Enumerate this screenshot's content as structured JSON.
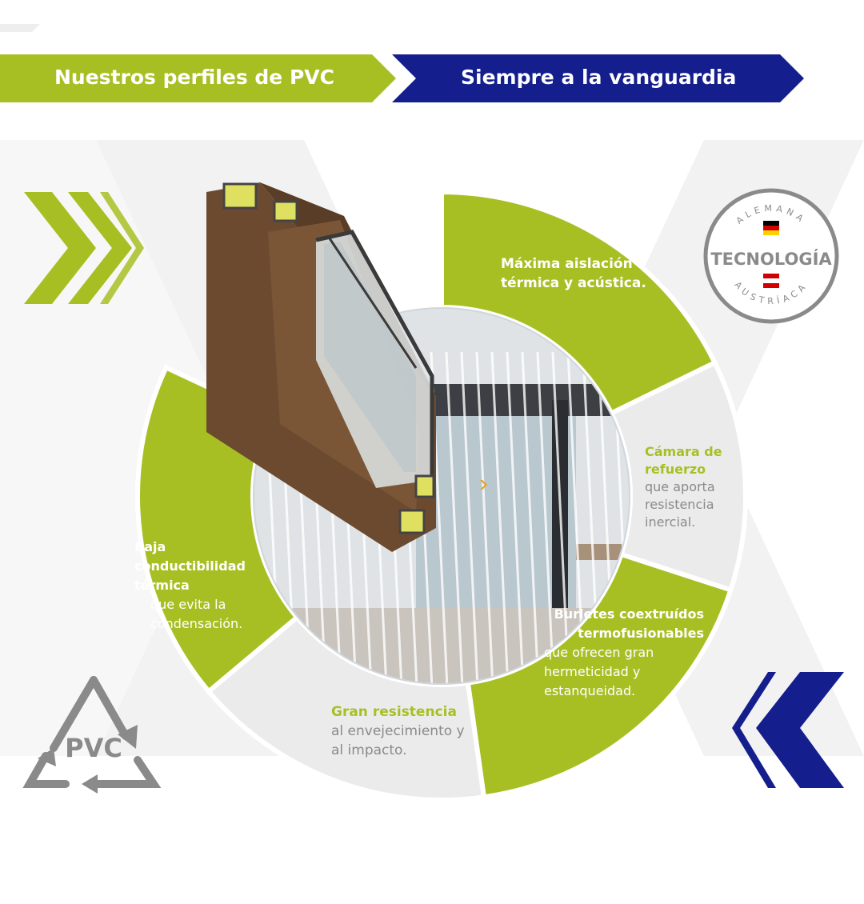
{
  "colors": {
    "lime": "#a8bf24",
    "navy": "#141e8c",
    "light_gray": "#ebebeb",
    "mid_gray": "#8a8a8a",
    "wood": "#6b4a30"
  },
  "header": {
    "left_label": "Nuestros perfiles de PVC",
    "right_label": "Siempre a la vanguardia"
  },
  "segments": {
    "top_right": {
      "title": "Máxima aislación térmica y acústica.",
      "body": ""
    },
    "right": {
      "title": "Cámara de refuerzo",
      "body": "que aporta resistencia inercial."
    },
    "bottom_right": {
      "title": "Burletes coextruídos termofusionables",
      "body": "que ofrecen gran hermeticidad y estanqueidad."
    },
    "bottom": {
      "title": "Gran resistencia",
      "body": "al envejecimiento y al impacto."
    },
    "left": {
      "title": "Baja conductibilidad térmica",
      "body": "que evita la condensación."
    }
  },
  "badge": {
    "top_arc": "ALEMANA",
    "main": "TECNOLOGÍA",
    "bottom_arc": "AUSTRÍACA"
  },
  "recycle": {
    "label": "PVC"
  },
  "icons": [
    "chevron-right-icon",
    "chevron-left-icon",
    "recycle-icon",
    "germany-flag-icon",
    "austria-flag-icon"
  ]
}
